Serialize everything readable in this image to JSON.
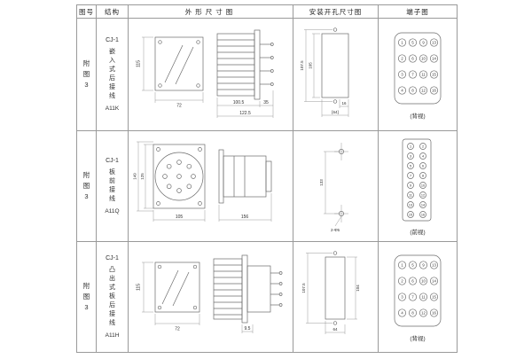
{
  "page": {
    "background": "#ffffff",
    "line_color": "#6b6b6b",
    "border_color": "#9a9a9a"
  },
  "table": {
    "headers": [
      "图号",
      "结构",
      "外形尺寸图",
      "安装开孔尺寸图",
      "端子图"
    ],
    "rows": [
      {
        "fig_no": "附图3",
        "structure": {
          "model": "CJ-1",
          "desc": "嵌入式后接线",
          "code": "A11K"
        },
        "outline": {
          "height": "115",
          "width": "72",
          "body": "100.5",
          "stud": "35",
          "total": "122.5"
        },
        "mount": {
          "h_outer": "107.5",
          "h_inner": "105",
          "w_small": "16",
          "w_total": "[64]"
        },
        "terminal": {
          "view": "(背视)",
          "pins": [
            "1",
            "2",
            "3",
            "4",
            "5",
            "6",
            "7",
            "8",
            "9",
            "10",
            "11",
            "12",
            "13",
            "14",
            "15",
            "16"
          ]
        }
      },
      {
        "fig_no": "附图3",
        "structure": {
          "model": "CJ-1",
          "desc": "板前接线",
          "code": "A11Q"
        },
        "outline": {
          "h_outer": "149",
          "h_inner": "125",
          "width": "105",
          "length": "156"
        },
        "mount": {
          "height": "133",
          "holes": "2-Φ5"
        },
        "terminal": {
          "view": "(前视)",
          "pins": [
            "1",
            "2",
            "3",
            "4",
            "5",
            "6",
            "7",
            "8",
            "9",
            "10",
            "11",
            "12",
            "13",
            "14",
            "15",
            "16"
          ]
        }
      },
      {
        "fig_no": "附图3",
        "structure": {
          "model": "CJ-1",
          "desc": "凸出式板后接线",
          "code": "A11H"
        },
        "outline": {
          "height": "115",
          "width": "72",
          "step": "9.5"
        },
        "mount": {
          "h_outer": "107.5",
          "h_inner": "104",
          "width": "64"
        },
        "terminal": {
          "view": "(背视)",
          "pins": [
            "1",
            "2",
            "3",
            "4",
            "5",
            "6",
            "7",
            "8",
            "9",
            "10",
            "11",
            "12",
            "13",
            "14",
            "15",
            "16"
          ]
        }
      }
    ]
  }
}
